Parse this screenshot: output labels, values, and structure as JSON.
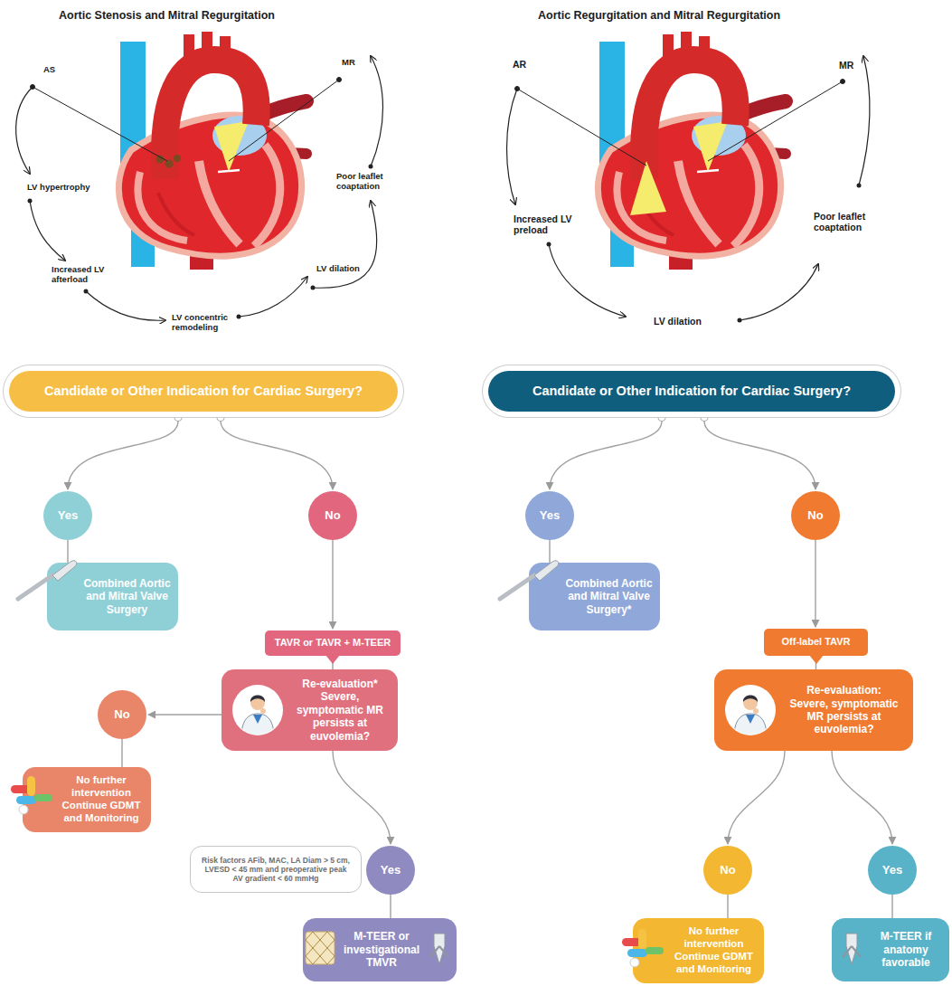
{
  "diagram": {
    "nodes": [
      {
        "text": [
          "Candidate or Other Indication for Cardiac Surgery?"
        ]
      },
      {
        "text": [
          "Yes"
        ]
      },
      {
        "text": [
          "Combined Aortic and Mitral Valve Surgery"
        ]
      },
      {
        "text": [
          "No"
        ]
      },
      {
        "text": [
          "TAVR or TAVR + M-TEER"
        ]
      },
      {
        "text": [
          "Re-evaluation*",
          "Severe, symptomatic MR persists at euvolemia?"
        ]
      },
      {
        "text": [
          "No"
        ]
      },
      {
        "text": [
          "No further intervention",
          "Continue GDMT and Monitoring"
        ]
      },
      {
        "text": [
          "Yes"
        ]
      },
      {
        "text": [
          "Risk factors AFib, MAC, LA Diam > 5 cm, LVESD < 45 mm and preoperative peak AV gradient < 60 mmHg"
        ]
      },
      {
        "text": [
          "M-TEER or investigational TMVR"
        ]
      },
      {
        "text": [
          "Candidate or Other Indication for Cardiac Surgery?"
        ]
      },
      {
        "text": [
          "Yes"
        ]
      },
      {
        "text": [
          "Combined Aortic and Mitral Valve Surgery*"
        ]
      },
      {
        "text": [
          "No"
        ]
      },
      {
        "text": [
          "Off-label TAVR"
        ]
      },
      {
        "text": [
          "Re-evaluation:",
          "Severe, symptomatic MR persists at euvolemia?"
        ]
      },
      {
        "text": [
          "No"
        ]
      },
      {
        "text": [
          "No further intervention",
          "Continue GDMT and Monitoring"
        ]
      },
      {
        "text": [
          "Yes"
        ]
      },
      {
        "text": [
          "M-TEER if anatomy favorable"
        ]
      }
    ],
    "edges": [
      {
        "from": 0,
        "to": 1,
        "arrow": "to"
      },
      {
        "from": 0,
        "to": 3,
        "arrow": "to"
      },
      {
        "from": 1,
        "to": 2,
        "arrow": "none"
      },
      {
        "from": 3,
        "to": 4,
        "arrow": "to"
      },
      {
        "from": 4,
        "to": 5,
        "arrow": "none"
      },
      {
        "from": 5,
        "to": 6,
        "arrow": "to"
      },
      {
        "from": 6,
        "to": 7,
        "arrow": "none"
      },
      {
        "from": 5,
        "to": 8,
        "arrow": "to"
      },
      {
        "from": 8,
        "to": 10,
        "arrow": "none"
      },
      {
        "from": 11,
        "to": 12,
        "arrow": "to"
      },
      {
        "from": 11,
        "to": 14,
        "arrow": "to"
      },
      {
        "from": 12,
        "to": 13,
        "arrow": "none"
      },
      {
        "from": 14,
        "to": 15,
        "arrow": "to"
      },
      {
        "from": 15,
        "to": 16,
        "arrow": "none"
      },
      {
        "from": 16,
        "to": 17,
        "arrow": "to"
      },
      {
        "from": 16,
        "to": 19,
        "arrow": "to"
      },
      {
        "from": 17,
        "to": 18,
        "arrow": "none"
      },
      {
        "from": 19,
        "to": 20,
        "arrow": "none"
      }
    ],
    "labels": [
      "Aortic Stenosis and Mitral Regurgitation",
      "AS",
      "MR",
      "LV hypertrophy",
      "Poor leaflet coaptation",
      "Increased LV afterload",
      "LV dilation",
      "LV concentric remodeling",
      "Aortic Regurgitation and Mitral Regurgitation",
      "AR",
      "MR",
      "Increased LV preload",
      "Poor leaflet coaptation",
      "LV dilation"
    ]
  }
}
